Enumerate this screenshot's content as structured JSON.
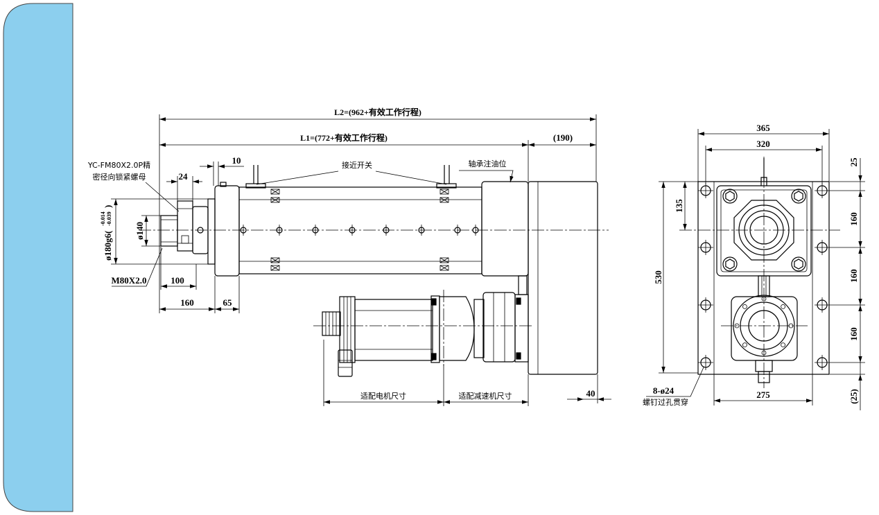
{
  "colors": {
    "side_panel": "#8ccfee",
    "line": "#000000"
  },
  "side_view": {
    "l2_dimension": "L2=(962+有效工作行程)",
    "l1_dimension": "L1=(772+有效工作行程)",
    "tail_dimension": "(190)",
    "lock_nut_label": [
      "YC-FM80X2.0P精",
      "密径向锁紧螺母"
    ],
    "dim_10": "10",
    "dim_24": "24",
    "proximity_switch_label": "接近开关",
    "bearing_oil_label": "轴承注油位",
    "spigot_diameter": "ø180g6(",
    "spigot_tolerance_upper": "-0.014",
    "spigot_tolerance_lower": "-0.039",
    "spigot_tolerance_close": ")",
    "rod_diameter": "ø140",
    "thread_label": "M80X2.0",
    "dim_100": "100",
    "dim_160": "160",
    "dim_65": "65",
    "motor_size_label": "适配电机尺寸",
    "reducer_size_label": "适配减速机尺寸",
    "dim_40": "40"
  },
  "end_view": {
    "dim_365": "365",
    "dim_320": "320",
    "dim_530": "530",
    "dim_135": "135",
    "dim_25_top": "25",
    "dim_160": [
      "160",
      "160",
      "160"
    ],
    "dim_25_bottom": "(25)",
    "mount_holes_label": "8-ø24",
    "mount_holes_note": "螺钉过孔贯穿",
    "dim_275": "275"
  }
}
